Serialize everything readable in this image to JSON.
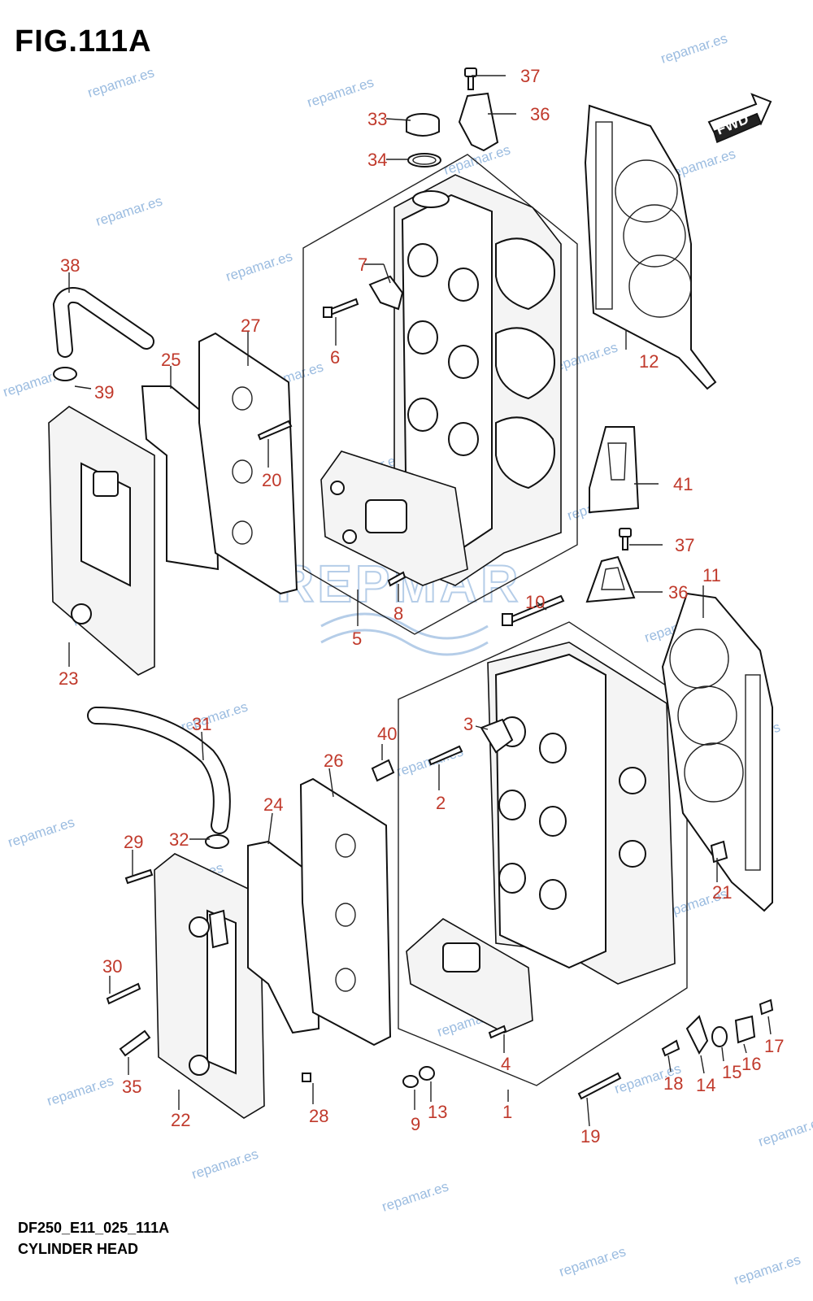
{
  "figure": {
    "title": "FIG.111A",
    "code": "DF250_E11_025_111A",
    "name": "CYLINDER HEAD",
    "fwd_label": "FWD",
    "watermark_text": "repamar.es",
    "logo_text": "REPMAR"
  },
  "colors": {
    "callout": "#c0392b",
    "watermark": "#7aa6d6",
    "line": "#111111"
  },
  "callouts": [
    {
      "id": "c37a",
      "label": "37"
    },
    {
      "id": "c36a",
      "label": "36"
    },
    {
      "id": "c33",
      "label": "33"
    },
    {
      "id": "c34",
      "label": "34"
    },
    {
      "id": "c7",
      "label": "7"
    },
    {
      "id": "c6",
      "label": "6"
    },
    {
      "id": "c38",
      "label": "38"
    },
    {
      "id": "c39",
      "label": "39"
    },
    {
      "id": "c25",
      "label": "25"
    },
    {
      "id": "c27",
      "label": "27"
    },
    {
      "id": "c20",
      "label": "20"
    },
    {
      "id": "c12",
      "label": "12"
    },
    {
      "id": "c41",
      "label": "41"
    },
    {
      "id": "c37b",
      "label": "37"
    },
    {
      "id": "c36b",
      "label": "36"
    },
    {
      "id": "c11",
      "label": "11"
    },
    {
      "id": "c10",
      "label": "10"
    },
    {
      "id": "c8",
      "label": "8"
    },
    {
      "id": "c5",
      "label": "5"
    },
    {
      "id": "c23",
      "label": "23"
    },
    {
      "id": "c3",
      "label": "3"
    },
    {
      "id": "c2",
      "label": "2"
    },
    {
      "id": "c40",
      "label": "40"
    },
    {
      "id": "c31",
      "label": "31"
    },
    {
      "id": "c26",
      "label": "26"
    },
    {
      "id": "c24",
      "label": "24"
    },
    {
      "id": "c29",
      "label": "29"
    },
    {
      "id": "c32",
      "label": "32"
    },
    {
      "id": "c21",
      "label": "21"
    },
    {
      "id": "c30",
      "label": "30"
    },
    {
      "id": "c35",
      "label": "35"
    },
    {
      "id": "c22",
      "label": "22"
    },
    {
      "id": "c28",
      "label": "28"
    },
    {
      "id": "c4",
      "label": "4"
    },
    {
      "id": "c9",
      "label": "9"
    },
    {
      "id": "c13",
      "label": "13"
    },
    {
      "id": "c1",
      "label": "1"
    },
    {
      "id": "c18",
      "label": "18"
    },
    {
      "id": "c14",
      "label": "14"
    },
    {
      "id": "c15",
      "label": "15"
    },
    {
      "id": "c16",
      "label": "16"
    },
    {
      "id": "c17",
      "label": "17"
    },
    {
      "id": "c19",
      "label": "19"
    }
  ]
}
